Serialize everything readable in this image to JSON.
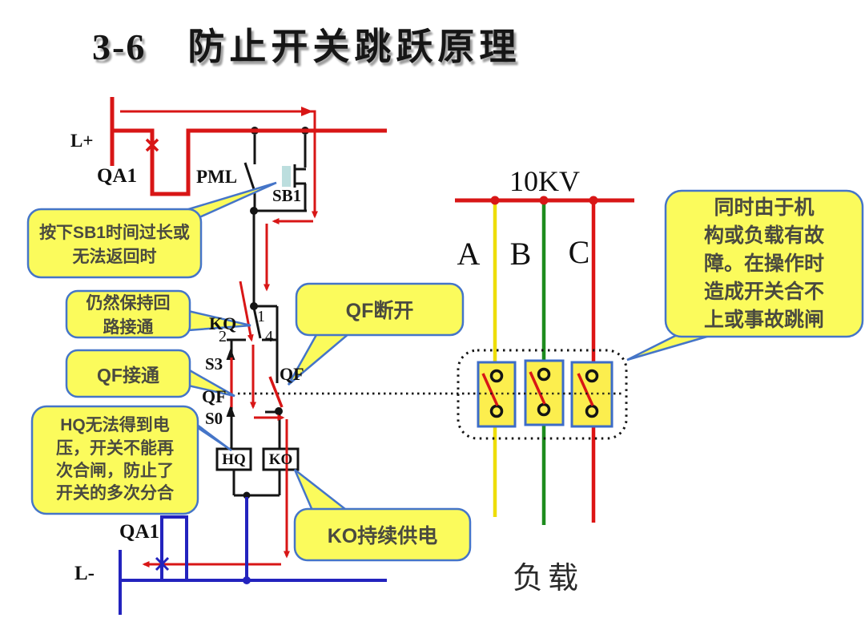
{
  "title": {
    "number": "3-6",
    "text": "防止开关跳跃原理"
  },
  "colors": {
    "wire_red": "#D81616",
    "wire_black": "#141414",
    "wire_blue": "#2323BE",
    "phase_a_yellow": "#EEDD08",
    "phase_b_green": "#1E8C1E",
    "phase_c_red": "#DD1414",
    "callout_fill": "#FBFB5C",
    "callout_border": "#4575C8",
    "switch_box_fill": "#FCEE4E",
    "switch_box_border": "#3C6CC8",
    "sb1_highlight": "#BCDEDE",
    "title_shadow": "#9f9f9f"
  },
  "circuit": {
    "labels": {
      "l_plus": "L+",
      "qa1_top": "QA1",
      "pml": "PML",
      "sb1": "SB1",
      "kq": "KQ",
      "terminal_1": "1",
      "terminal_2": "2",
      "terminal_4": "4",
      "s3": "S3",
      "qf_left": "QF",
      "s0": "S0",
      "qf_mid": "QF",
      "hq": "HQ",
      "ko": "KO",
      "qa1_bottom": "QA1",
      "l_minus": "L-"
    }
  },
  "power": {
    "voltage": "10KV",
    "phase_a": "A",
    "phase_b": "B",
    "phase_c": "C",
    "load": "负载"
  },
  "callouts": {
    "press_sb1": {
      "lines": [
        "按下SB1时间过长或",
        "无法返回时"
      ]
    },
    "keep_circuit": {
      "lines": [
        "仍然保持回",
        "路接通"
      ]
    },
    "qf_on": {
      "lines": [
        "QF接通"
      ]
    },
    "hq_no_voltage": {
      "lines": [
        "HQ无法得到电",
        "压，开关不能再",
        "次合闸，防止了",
        "开关的多次分合"
      ]
    },
    "qf_off": {
      "lines": [
        "QF断开"
      ]
    },
    "ko_supply": {
      "lines": [
        "KO持续供电"
      ]
    },
    "mechanism_fault": {
      "lines": [
        "同时由于机",
        "构或负载有故",
        "障。在操作时",
        "造成开关合不",
        "上或事故跳闸"
      ]
    }
  }
}
